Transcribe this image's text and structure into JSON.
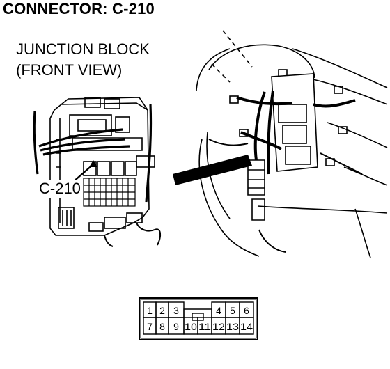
{
  "title": "CONNECTOR: C-210",
  "junction_block": {
    "line1": "JUNCTION BLOCK",
    "line2": "(FRONT VIEW)"
  },
  "callout": "C-210",
  "connector": {
    "top_row": [
      "1",
      "2",
      "3",
      "4",
      "5",
      "6"
    ],
    "bottom_row": [
      "7",
      "8",
      "9",
      "10",
      "11",
      "12",
      "13",
      "14"
    ]
  }
}
